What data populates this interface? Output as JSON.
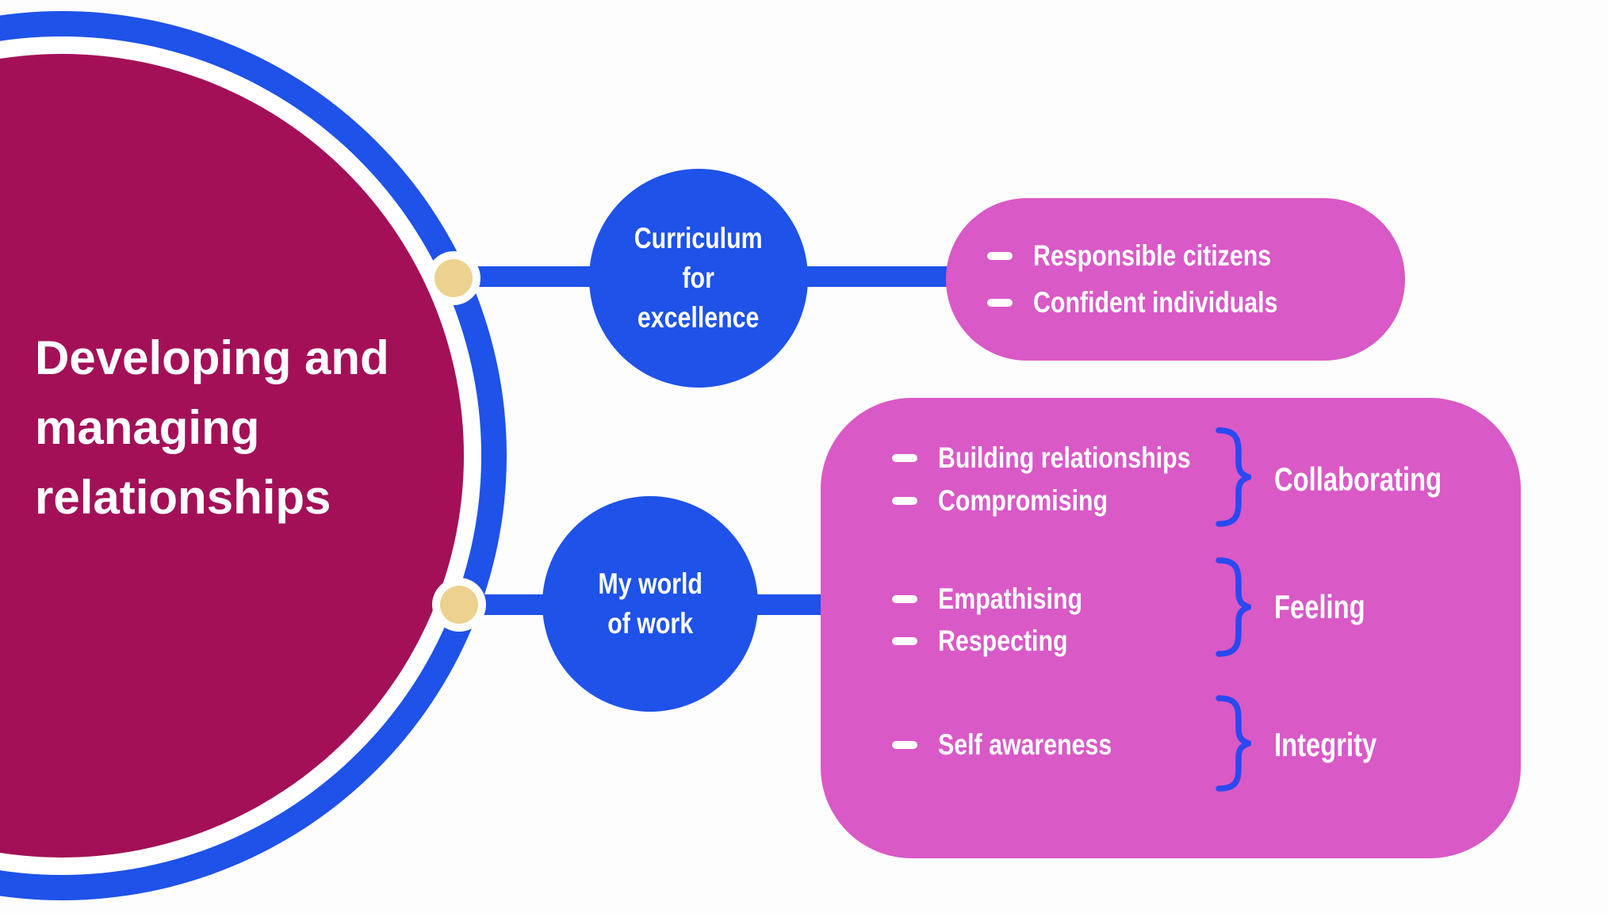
{
  "diagram": {
    "title": "Developing and managing relationships",
    "title_lines": [
      "Developing and",
      "managing",
      "relationships"
    ]
  },
  "branch_curriculum": {
    "label": "Curriculum for excellence",
    "lines": [
      "Curriculum",
      "for",
      "excellence"
    ],
    "items": [
      "Responsible citizens",
      "Confident individuals"
    ]
  },
  "branch_work": {
    "label": "My world of work",
    "lines": [
      "My world",
      "of work"
    ],
    "groups": [
      {
        "items": [
          "Building relationships",
          "Compromising"
        ],
        "category": "Collaborating"
      },
      {
        "items": [
          "Empathising",
          "Respecting"
        ],
        "category": "Feeling"
      },
      {
        "items": [
          "Self awareness"
        ],
        "category": "Integrity"
      }
    ]
  },
  "colors": {
    "background": "#fdfdfd",
    "root_fill": "#a31057",
    "ring_blue": "#1e52e8",
    "branch_blue": "#1e52e8",
    "box_pink": "#d959c6",
    "anchor_yellow": "#ecd28e",
    "brace_blue": "#2a49f0",
    "text_white": "#ffffff"
  }
}
